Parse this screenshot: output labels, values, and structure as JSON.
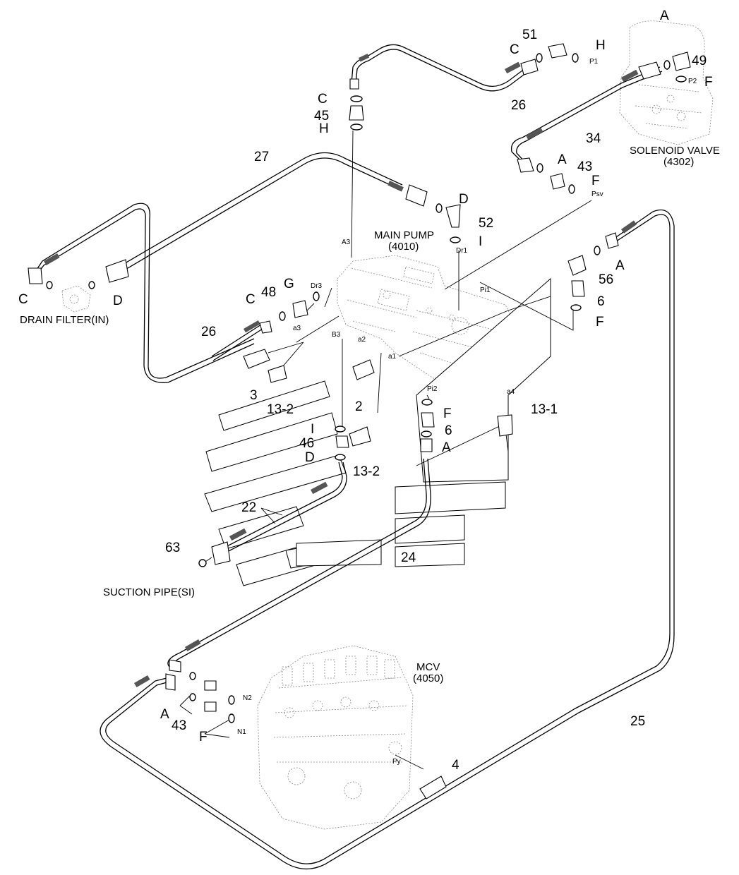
{
  "labels": {
    "drain_filter": "DRAIN FILTER(IN)",
    "solenoid_valve": "SOLENOID VALVE",
    "solenoid_valve_code": "(4302)",
    "main_pump": "MAIN PUMP",
    "main_pump_code": "(4010)",
    "suction_pipe": "SUCTION PIPE(SI)",
    "mcv": "MCV",
    "mcv_code": "(4050)"
  },
  "callouts": {
    "n51": "51",
    "n49": "49",
    "n26a": "26",
    "n26b": "26",
    "n27": "27",
    "n34": "34",
    "n45": "45",
    "n43a": "43",
    "n43b": "43",
    "n52": "52",
    "n48": "48",
    "n56": "56",
    "n6a": "6",
    "n6b": "6",
    "n3": "3",
    "n13_2a": "13-2",
    "n13_2b": "13-2",
    "n2": "2",
    "n46": "46",
    "n13_1": "13-1",
    "n22": "22",
    "n63": "63",
    "n24": "24",
    "n25": "25",
    "n4": "4",
    "C_top": "C",
    "C_left": "C",
    "C_mid": "C",
    "C_51": "C",
    "H_top": "H",
    "H_51": "H",
    "A_top": "A",
    "A_43": "A",
    "A_56": "A",
    "A_mid": "A",
    "A_mcv": "A",
    "F_top": "F",
    "F_43": "F",
    "F_6": "F",
    "F_pi2": "F",
    "F_mcv": "F",
    "D_left": "D",
    "D_52": "D",
    "D_46": "D",
    "G": "G",
    "I_52": "I",
    "I_46": "I"
  },
  "ports": {
    "P1": "P1",
    "P2": "P2",
    "Psv": "Psv",
    "A3": "A3",
    "Dr1": "Dr1",
    "Dr3": "Dr3",
    "a3": "a3",
    "B3": "B3",
    "a2": "a2",
    "a1": "a1",
    "Pi1": "Pi1",
    "Pi2": "Pi2",
    "a4": "a4",
    "N2": "N2",
    "N1": "N1",
    "Py": "Py"
  }
}
